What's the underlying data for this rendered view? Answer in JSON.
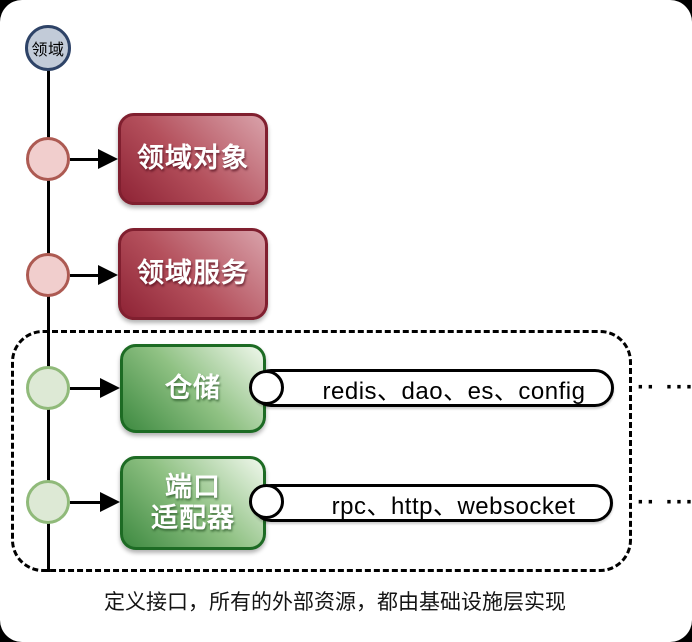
{
  "root": {
    "label": "领域"
  },
  "branches": [
    {
      "label": "领域对象"
    },
    {
      "label": "领域服务"
    },
    {
      "label": "仓储",
      "pill": "redis、dao、es、config",
      "more": "·· ···"
    },
    {
      "label": "端口\n适配器",
      "pill": "rpc、http、websocket",
      "more": "·· ···"
    }
  ],
  "caption": "定义接口，所有的外部资源，都由基础设施层实现",
  "colors": {
    "canvas_bg": "#ffffff",
    "outer_bg": "#000000",
    "domain_node_fill": "#c2cbd8",
    "domain_node_border": "#2e4367",
    "red_dark": "#8e2335",
    "red_light": "#d9a2aa",
    "red_border": "#801f2f",
    "pink_node_fill": "#f1cecd",
    "pink_node_border": "#ad5a52",
    "green_dark": "#3e8a41",
    "green_light": "#eff7eb",
    "green_border": "#1d6b24",
    "green_node_fill": "#dde9d5",
    "green_node_border": "#90ba7a",
    "line_color": "#000000"
  }
}
